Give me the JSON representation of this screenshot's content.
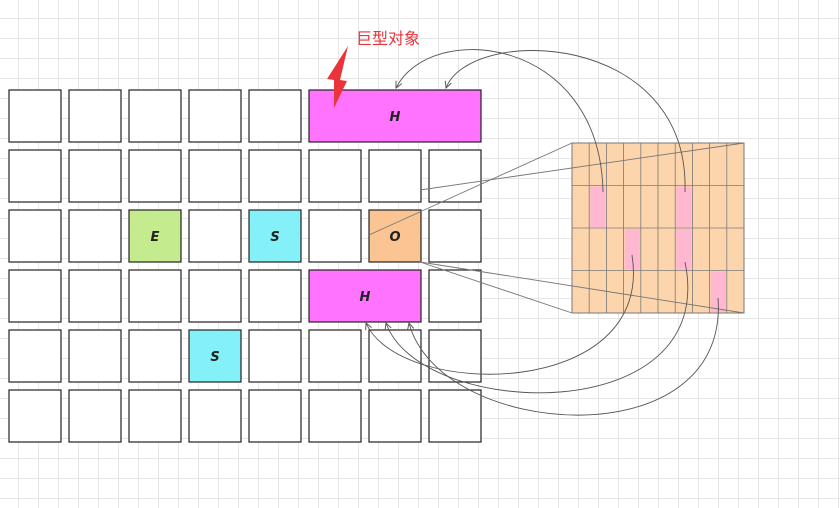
{
  "callout": {
    "text": "巨型对象",
    "color": "#e8343a"
  },
  "colors": {
    "empty": "#ffffff",
    "eden": "#c5eb8f",
    "survivor": "#84f0f8",
    "old": "#fbc593",
    "humongous": "#ff73ff",
    "card_table_fill": "#fdd5ad",
    "card_dirty": "#ffb8cf",
    "stroke": "#222222"
  },
  "regions": [
    {
      "kind": "empty"
    },
    {
      "kind": "empty"
    },
    {
      "kind": "empty"
    },
    {
      "kind": "empty"
    },
    {
      "kind": "empty"
    },
    {
      "kind": "humongous",
      "label": "H"
    },
    {
      "kind": "empty"
    },
    {
      "kind": "empty"
    },
    {
      "kind": "empty"
    },
    {
      "kind": "empty"
    },
    {
      "kind": "empty"
    },
    {
      "kind": "empty"
    },
    {
      "kind": "empty"
    },
    {
      "kind": "empty"
    },
    {
      "kind": "empty"
    },
    {
      "kind": "empty"
    },
    {
      "kind": "eden",
      "label": "E"
    },
    {
      "kind": "empty"
    },
    {
      "kind": "survivor",
      "label": "S"
    },
    {
      "kind": "empty"
    },
    {
      "kind": "old",
      "label": "O"
    },
    {
      "kind": "empty"
    },
    {
      "kind": "empty"
    },
    {
      "kind": "empty"
    },
    {
      "kind": "empty"
    },
    {
      "kind": "empty"
    },
    {
      "kind": "empty"
    },
    {
      "kind": "humongous",
      "label": "H"
    },
    {
      "kind": "empty"
    },
    {
      "kind": "empty"
    },
    {
      "kind": "empty"
    },
    {
      "kind": "empty"
    },
    {
      "kind": "survivor",
      "label": "S"
    },
    {
      "kind": "empty"
    },
    {
      "kind": "empty"
    },
    {
      "kind": "empty"
    },
    {
      "kind": "empty"
    },
    {
      "kind": "empty"
    },
    {
      "kind": "empty"
    },
    {
      "kind": "empty"
    },
    {
      "kind": "empty"
    },
    {
      "kind": "empty"
    },
    {
      "kind": "empty"
    },
    {
      "kind": "empty"
    },
    {
      "kind": "empty"
    }
  ],
  "card_table": {
    "rows": 4,
    "cols": 10,
    "dirty_cards": [
      {
        "row": 1,
        "col": 1
      },
      {
        "row": 1,
        "col": 6
      },
      {
        "row": 2,
        "col": 3
      },
      {
        "row": 2,
        "col": 6
      },
      {
        "row": 3,
        "col": 8
      }
    ]
  }
}
